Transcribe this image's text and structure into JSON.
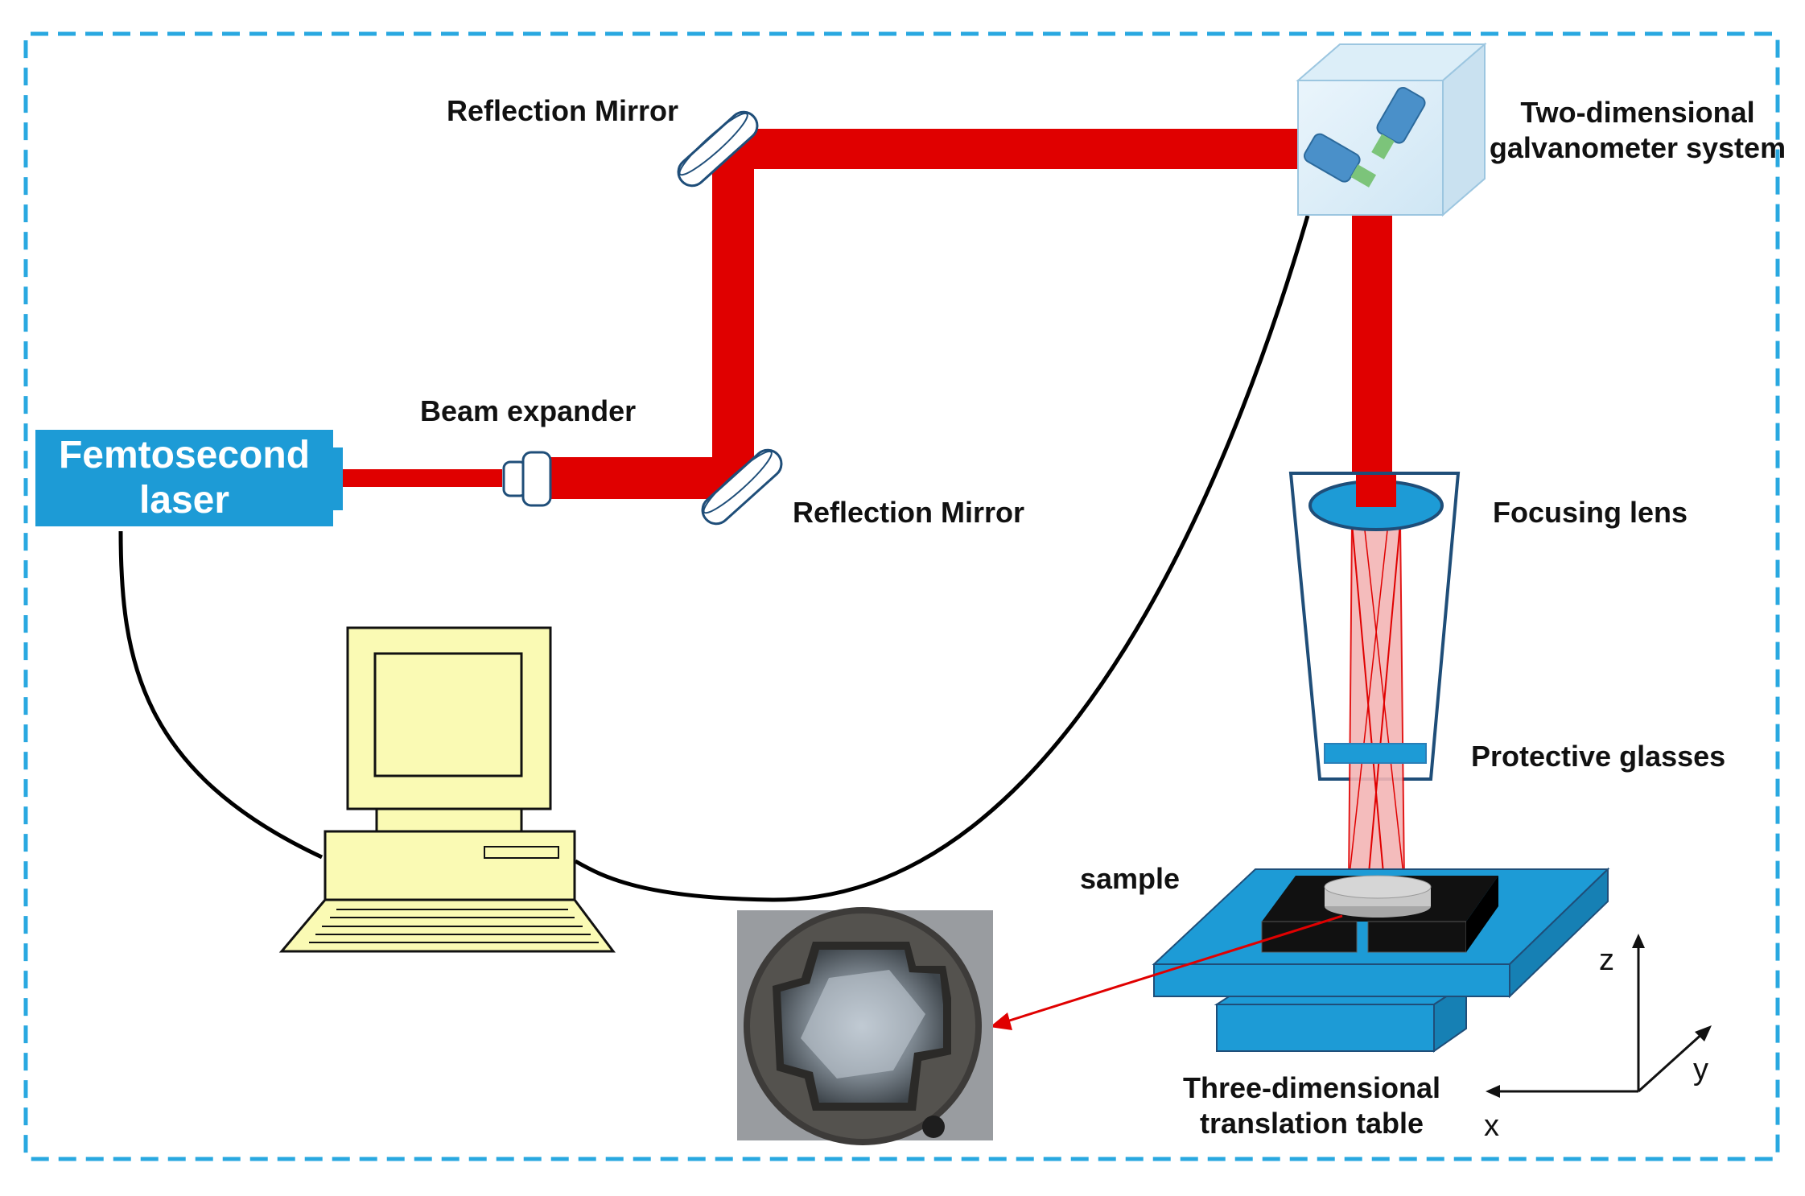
{
  "labels": {
    "reflection_mirror_top": "Reflection Mirror",
    "reflection_mirror_bottom": "Reflection Mirror",
    "beam_expander": "Beam expander",
    "laser": "Femtosecond laser",
    "galvo_line1": "Two-dimensional",
    "galvo_line2": "galvanometer system",
    "focusing_lens": "Focusing lens",
    "protective_glasses": "Protective glasses",
    "sample": "sample",
    "table_line1": "Three-dimensional",
    "table_line2": "translation table"
  },
  "laser_lines": [
    "Femtosecond",
    "laser"
  ],
  "axes": {
    "z": "z",
    "y": "y",
    "x": "x"
  },
  "colors": {
    "beam": "#e00000",
    "blue": "#1d9bd6",
    "border": "#29a8e0",
    "computer": "#fafab4",
    "outline": "#1f4e79"
  }
}
